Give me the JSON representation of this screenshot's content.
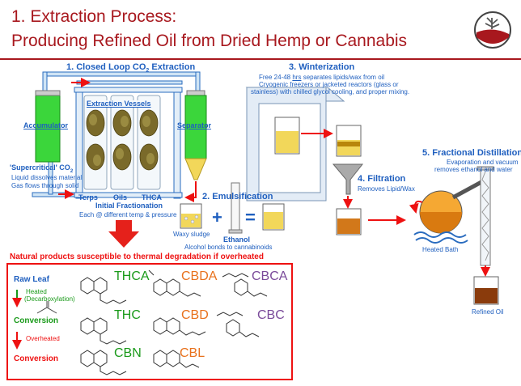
{
  "header": {
    "title_line1": "1.  Extraction Process:",
    "title_line2": "Producing Refined Oil from Dried Hemp or Cannabis"
  },
  "extraction": {
    "title": "1. Closed Loop CO",
    "title_sub": "2",
    "title_end": " Extraction",
    "accumulator": "Accumulator",
    "vessels": "Extraction Vessels",
    "separator": "Separator",
    "supercritical": "'Supercritical' CO",
    "supercritical_sub": "2",
    "dissolves": "Liquid dissolves material",
    "gas_flows": "Gas flows through solid",
    "terps": "Terps",
    "oils": "Oils",
    "thca": "THCA",
    "initial_fractionation": "Initial Fractionation",
    "each_temp": "Each @ different temp & pressure"
  },
  "emulsification": {
    "title": "2. Emulsification",
    "waxy_sludge": "Waxy sludge",
    "plus": "+",
    "equals": "=",
    "ethanol": "Ethanol",
    "alcohol_bonds": "Alcohol bonds to cannabinoids"
  },
  "winterization": {
    "title": "3. Winterization",
    "line1_a": "Free 24-48 ",
    "line1_hrs": "hrs",
    "line1_b": " separates lipids/wax from oil",
    "line2": "Cryogenic freezers or jacketed reactors (glass or",
    "line3": "stainless) with chilled glycol cooling, and proper mixing."
  },
  "filtration": {
    "title": "4. Filtration",
    "removes": "Removes Lipid/Wax"
  },
  "distillation": {
    "title": "5. Fractional Distillation",
    "line1": "Evaporation and vacuum",
    "line2": "removes ethanol and water",
    "heated_bath": "Heated Bath",
    "refined_oil": "Refined Oil"
  },
  "degradation": {
    "heading": "Natural products susceptible to thermal degradation if overheated",
    "raw_leaf": "Raw Leaf",
    "heated": "Heated",
    "decarboxylation": "(Decarboxylation)",
    "conversion1": "Conversion",
    "overheated": "Overheated",
    "conversion2": "Conversion",
    "compounds": {
      "thca": "THCA",
      "cbda": "CBDA",
      "cbca": "CBCA",
      "thc": "THC",
      "cbd": "CBD",
      "cbc": "CBC",
      "cbn": "CBN",
      "cbl": "CBL"
    }
  },
  "colors": {
    "title_red": "#a8181e",
    "blue": "#1f5fbf",
    "green": "#1a9a1a",
    "orange": "#e8711c",
    "purple": "#7a4a9a",
    "accumulator_green": "#3bd63b",
    "oil_yellow": "#f2d75a",
    "oil_orange": "#d2781a",
    "refined_brown": "#8a3b0c"
  }
}
